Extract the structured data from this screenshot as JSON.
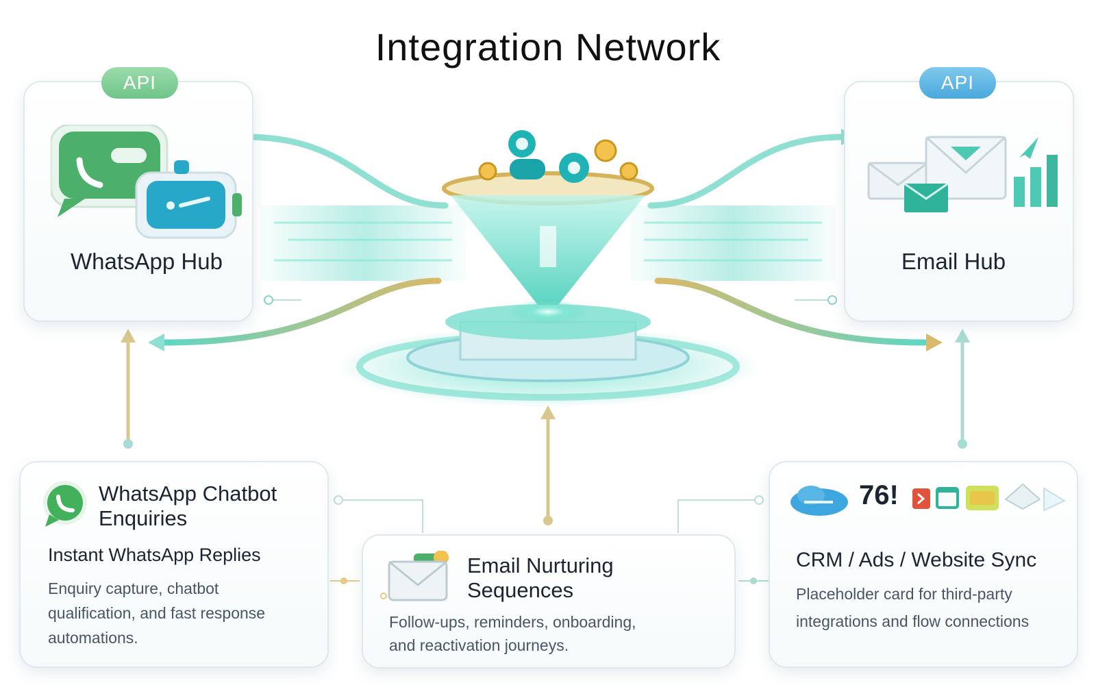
{
  "title": "Integration Network",
  "whatsapp_hub": {
    "badge": "API",
    "label": "WhatsApp Hub"
  },
  "email_hub": {
    "badge": "API",
    "label": "Email Hub"
  },
  "whatsapp_card": {
    "title_line1": "WhatsApp Chatbot",
    "title_line2": "Enquiries",
    "subtitle": "Instant WhatsApp Replies",
    "desc_line1": "Enquiry capture, chatbot",
    "desc_line2": "qualification, and fast response",
    "desc_line3": "automations."
  },
  "email_card": {
    "title_line1": "Email Nurturing",
    "title_line2": "Sequences",
    "desc_line1": "Follow-ups, reminders, onboarding,",
    "desc_line2": "and reactivation journeys."
  },
  "crm_card": {
    "badge_text": "76!",
    "title": "CRM / Ads / Website Sync",
    "desc_line1": "Placeholder card for third-party",
    "desc_line2": "integrations and flow connections"
  },
  "icons": {
    "whatsapp_hub": [
      "chat-bubble-icon",
      "phone-icon",
      "chatbot-icon"
    ],
    "email_hub": [
      "envelope-icon",
      "bar-chart-icon",
      "paper-plane-icon"
    ],
    "center": [
      "funnel-icon",
      "user-avatar-icon",
      "coin-icon"
    ],
    "whatsapp_card": [
      "whatsapp-logo-icon"
    ],
    "email_card": [
      "envelope-icon"
    ],
    "crm_card": [
      "cloud-icon",
      "app-tile-icon"
    ]
  },
  "colors": {
    "teal": "#5fd6c4",
    "gold": "#d9b96a",
    "green": "#4caf6a",
    "blue": "#49a9dc",
    "card_border": "#dfe8ec"
  }
}
